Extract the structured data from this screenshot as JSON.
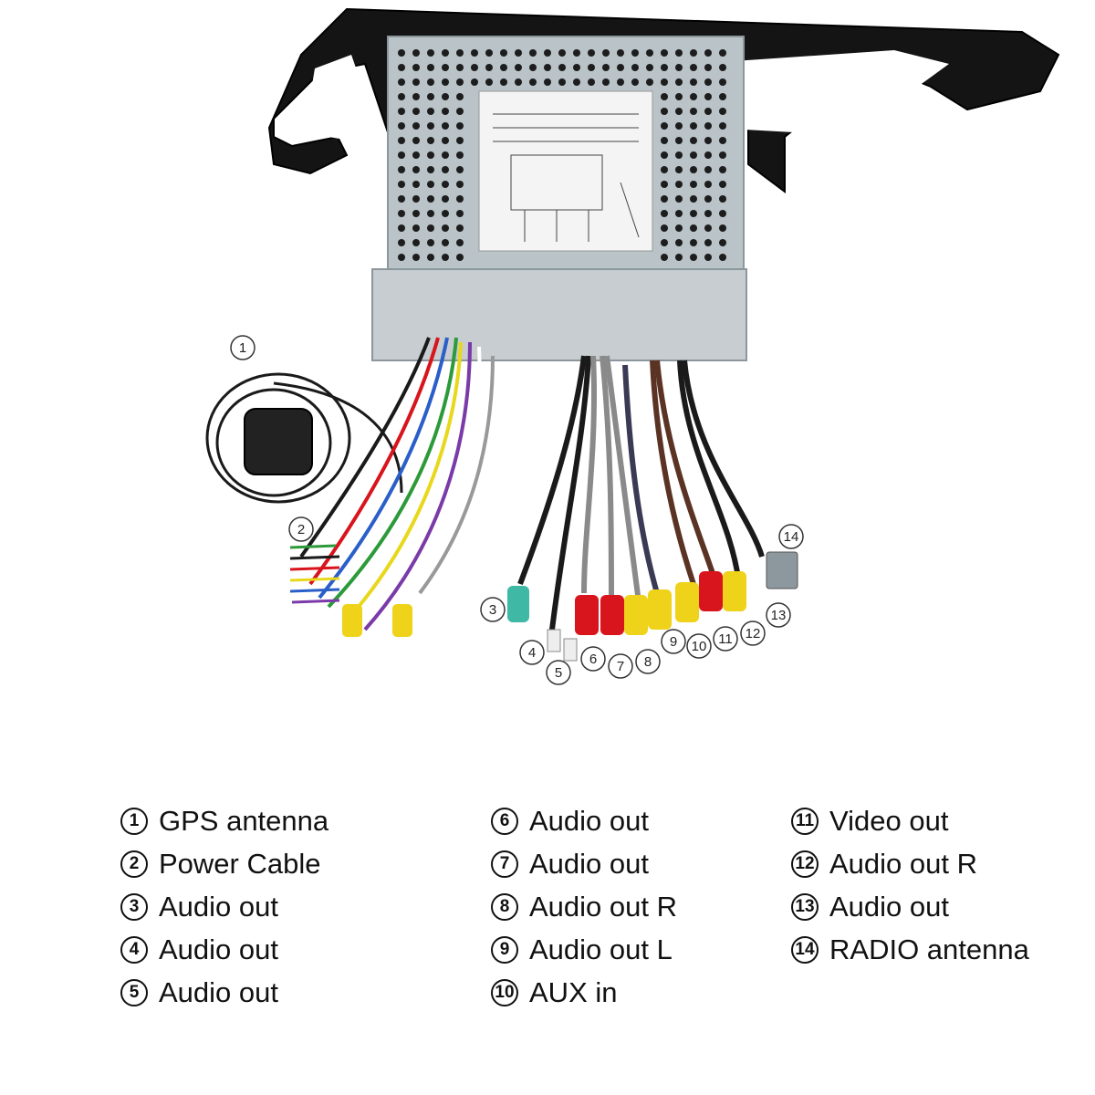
{
  "callouts": [
    "1",
    "2",
    "3",
    "4",
    "5",
    "6",
    "7",
    "8",
    "9",
    "10",
    "11",
    "12",
    "13",
    "14"
  ],
  "legend": [
    {
      "num": "1",
      "label": "GPS antenna"
    },
    {
      "num": "2",
      "label": "Power Cable"
    },
    {
      "num": "3",
      "label": "Audio out"
    },
    {
      "num": "4",
      "label": "Audio out"
    },
    {
      "num": "5",
      "label": "Audio out"
    },
    {
      "num": "6",
      "label": "Audio out"
    },
    {
      "num": "7",
      "label": "Audio out"
    },
    {
      "num": "8",
      "label": "Audio out R"
    },
    {
      "num": "9",
      "label": "Audio out L"
    },
    {
      "num": "10",
      "label": "AUX in"
    },
    {
      "num": "11",
      "label": "Video out"
    },
    {
      "num": "12",
      "label": "Audio out R"
    },
    {
      "num": "13",
      "label": "Audio out"
    },
    {
      "num": "14",
      "label": "RADIO antenna"
    }
  ],
  "colors": {
    "frame": "#141414",
    "chassis": "#b9c3c8",
    "label": "#f4f4f4",
    "rca_red": "#d8141c",
    "rca_yellow": "#efd21a",
    "rca_teal": "#3fb8a6",
    "cable_black": "#1a1a1a",
    "cable_brown": "#5a3324",
    "cable_gray": "#8a8a8a"
  }
}
